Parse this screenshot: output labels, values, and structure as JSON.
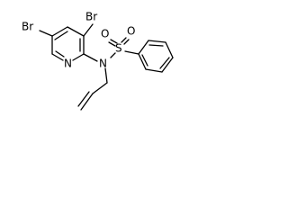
{
  "molecule": {
    "atoms": {
      "br_top": "Br",
      "br_left": "Br",
      "n_ring": "N",
      "n_amide": "N",
      "s": "S",
      "o_left": "O",
      "o_right": "O"
    },
    "colors": {
      "bond": "#000000",
      "label": "#000000",
      "background": "#ffffff"
    }
  }
}
